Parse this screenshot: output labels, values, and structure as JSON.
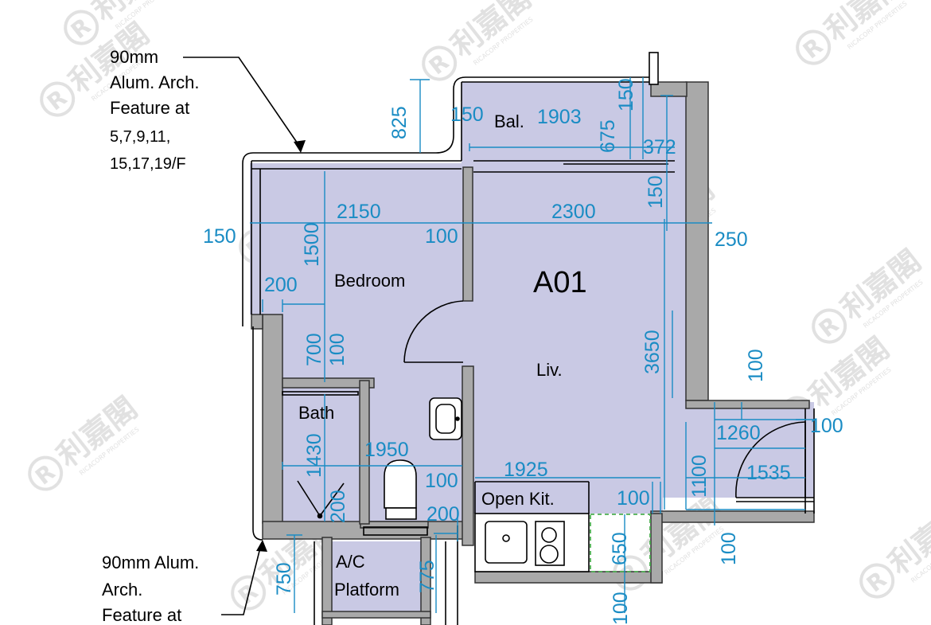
{
  "colors": {
    "room_fill": "#c9c9e4",
    "wall_fill": "#a9a9a9",
    "wall_stroke": "#333333",
    "dimension": "#1a8cc4",
    "ac_box": "#4caf50",
    "watermark": "#c8c8c8"
  },
  "unit_name": "A01",
  "rooms": {
    "bedroom": "Bedroom",
    "living": "Liv.",
    "bath": "Bath",
    "balcony": "Bal.",
    "kitchen": "Open Kit.",
    "ac_platform_line1": "A/C",
    "ac_platform_line2": "Platform"
  },
  "notes": {
    "top": [
      "90mm",
      "Alum. Arch.",
      "Feature at",
      "5,7,9,11,",
      "15,17,19/F"
    ],
    "bottom": [
      "90mm Alum.",
      "Arch.",
      "Feature at"
    ]
  },
  "dimensions": {
    "d825": "825",
    "d150_bal_left": "150",
    "d1903": "1903",
    "d675": "675",
    "d150_bal_right": "150",
    "d372": "372",
    "d2150": "2150",
    "d2300": "2300",
    "d150_right_top": "150",
    "d150_left": "150",
    "d1500": "1500",
    "d100_mid": "100",
    "d250": "250",
    "d200_left": "200",
    "d3650": "3650",
    "d700": "700",
    "d100_bed": "100",
    "d100_right_vert": "100",
    "d1260": "1260",
    "d100_right": "100",
    "d1430": "1430",
    "d1950": "1950",
    "d1925": "1925",
    "d100_kit_left": "100",
    "d100_kit_right": "100",
    "d1100": "1100",
    "d1535": "1535",
    "d200_bath": "200",
    "d200_wc": "200",
    "d100_bottom_right": "100",
    "d750": "750",
    "d775": "775",
    "d650": "650",
    "d100_bottom": "100"
  },
  "watermark": {
    "chinese": "利嘉閣",
    "english": "RICACORP PROPERTIES",
    "logo": "R"
  },
  "icons": [
    "sink-icon",
    "toilet-icon",
    "stove-icon",
    "shower-icon",
    "door-swing-icon",
    "ricacorp-logo-icon"
  ]
}
